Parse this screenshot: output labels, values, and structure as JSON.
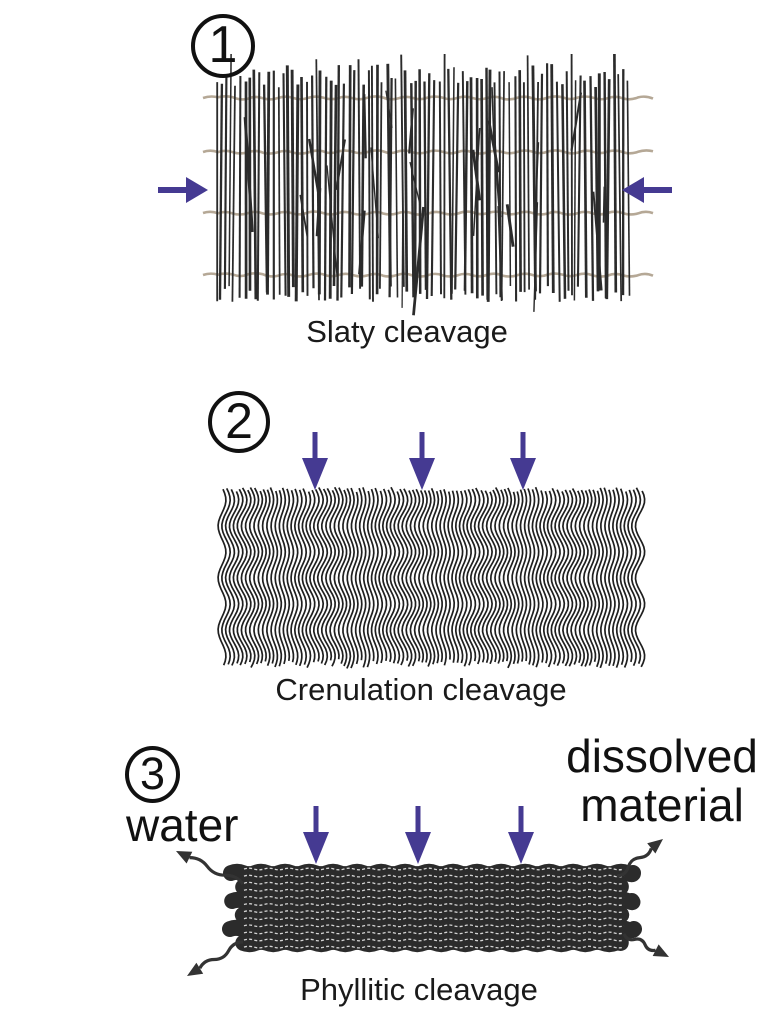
{
  "figure": {
    "background": "#ffffff",
    "panels": [
      {
        "number": "1",
        "caption": "Slaty cleavage"
      },
      {
        "number": "2",
        "caption": "Crenulation cleavage"
      },
      {
        "number": "3",
        "caption": "Phyllitic cleavage"
      }
    ],
    "panel3_annotations": {
      "water": "water",
      "dissolved_line1": "dissolved",
      "dissolved_line2": "material"
    }
  },
  "colors": {
    "stress_arrow": "#453a92",
    "slaty_line": "#2b2b2b",
    "bedding_line": "#b5a896",
    "crenulation_line": "#1f1f1f",
    "phyllite_fill": "#2b2b2b",
    "phyllite_texture": "#ffffff",
    "squiggle_arrow": "#333333",
    "text": "#1a1a1a",
    "circle_border": "#111111"
  }
}
